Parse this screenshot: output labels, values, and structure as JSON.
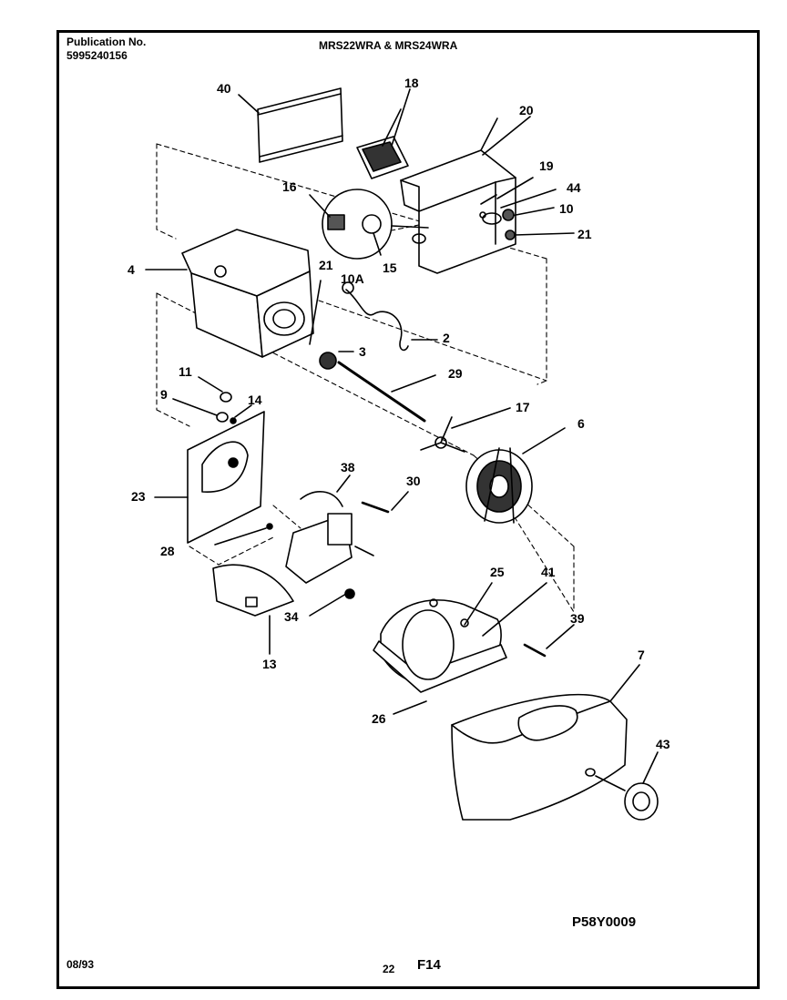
{
  "header": {
    "publication_label": "Publication No.",
    "publication_number": "5995240156",
    "models": "MRS22WRA & MRS24WRA"
  },
  "footer": {
    "date": "08/93",
    "page_number": "22",
    "section": "F14",
    "figure_code": "P58Y0009"
  },
  "parts": [
    {
      "id": "40",
      "label": "40"
    },
    {
      "id": "18",
      "label": "18"
    },
    {
      "id": "20",
      "label": "20"
    },
    {
      "id": "19",
      "label": "19"
    },
    {
      "id": "44",
      "label": "44"
    },
    {
      "id": "10",
      "label": "10"
    },
    {
      "id": "21a",
      "label": "21"
    },
    {
      "id": "16",
      "label": "16"
    },
    {
      "id": "15",
      "label": "15"
    },
    {
      "id": "4",
      "label": "4"
    },
    {
      "id": "21b",
      "label": "21"
    },
    {
      "id": "10A",
      "label": "10A"
    },
    {
      "id": "2",
      "label": "2"
    },
    {
      "id": "3",
      "label": "3"
    },
    {
      "id": "11",
      "label": "11"
    },
    {
      "id": "9",
      "label": "9"
    },
    {
      "id": "14",
      "label": "14"
    },
    {
      "id": "29",
      "label": "29"
    },
    {
      "id": "17",
      "label": "17"
    },
    {
      "id": "6",
      "label": "6"
    },
    {
      "id": "23",
      "label": "23"
    },
    {
      "id": "38",
      "label": "38"
    },
    {
      "id": "30",
      "label": "30"
    },
    {
      "id": "28",
      "label": "28"
    },
    {
      "id": "25",
      "label": "25"
    },
    {
      "id": "41",
      "label": "41"
    },
    {
      "id": "39",
      "label": "39"
    },
    {
      "id": "34",
      "label": "34"
    },
    {
      "id": "13",
      "label": "13"
    },
    {
      "id": "7",
      "label": "7"
    },
    {
      "id": "26",
      "label": "26"
    },
    {
      "id": "43",
      "label": "43"
    }
  ]
}
